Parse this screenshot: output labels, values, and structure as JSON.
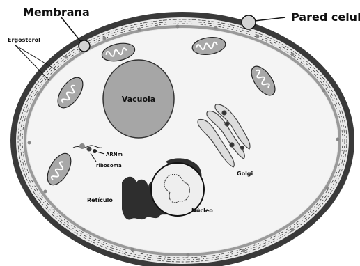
{
  "labels": {
    "membrana": "Membrana",
    "pared_celular": "Pared celular",
    "ergosterol": "Ergosterol",
    "vacuola": "Vacuola",
    "arnm": "ARNm",
    "ribosoma": "ribosoma",
    "golgi": "Golgi",
    "reticulo": "Retículo",
    "nucleo": "Núcleo"
  },
  "colors": {
    "wall": "#3a3a3a",
    "membrane": "#9a9a9a",
    "cytoplasm": "#f4f4f4",
    "vacuole": "#a6a6a6",
    "organelle_fill": "#a8a8a8",
    "reticulum": "#2e2e2e"
  }
}
